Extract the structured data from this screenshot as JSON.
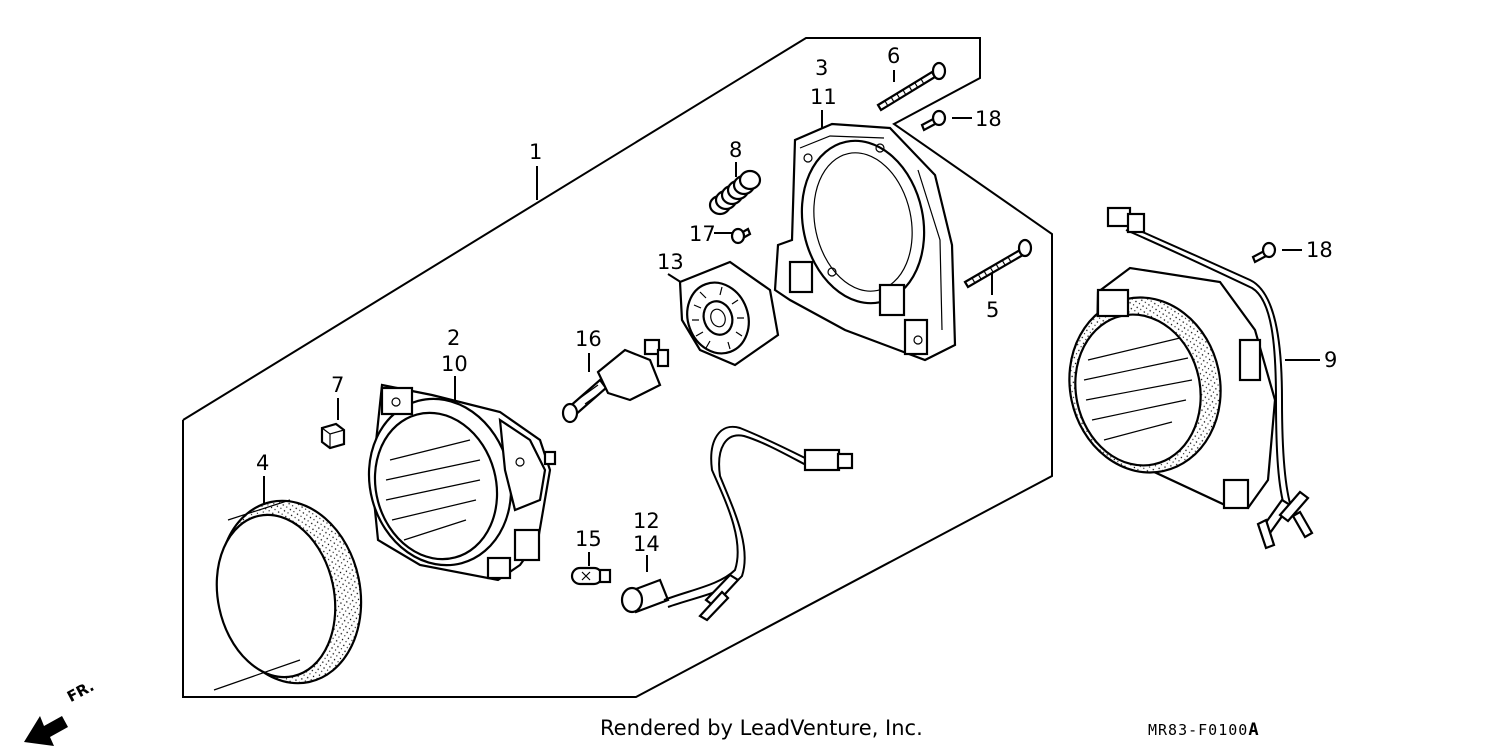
{
  "callouts": [
    {
      "id": "c1",
      "label": "1"
    },
    {
      "id": "c2",
      "label": "2"
    },
    {
      "id": "c3",
      "label": "3"
    },
    {
      "id": "c4",
      "label": "4"
    },
    {
      "id": "c5",
      "label": "5"
    },
    {
      "id": "c6",
      "label": "6"
    },
    {
      "id": "c7",
      "label": "7"
    },
    {
      "id": "c8",
      "label": "8"
    },
    {
      "id": "c9",
      "label": "9"
    },
    {
      "id": "c10",
      "label": "10"
    },
    {
      "id": "c11",
      "label": "11"
    },
    {
      "id": "c12",
      "label": "12"
    },
    {
      "id": "c13",
      "label": "13"
    },
    {
      "id": "c14",
      "label": "14"
    },
    {
      "id": "c15",
      "label": "15"
    },
    {
      "id": "c16",
      "label": "16"
    },
    {
      "id": "c17",
      "label": "17"
    },
    {
      "id": "c18a",
      "label": "18"
    },
    {
      "id": "c18b",
      "label": "18"
    }
  ],
  "direction": {
    "label": "FR.",
    "icon": "front-direction-arrow-icon"
  },
  "footer": {
    "credit": "Rendered by LeadVenture, Inc.",
    "diagram_code": "MR83-F0100",
    "diagram_code_suffix": "A"
  }
}
